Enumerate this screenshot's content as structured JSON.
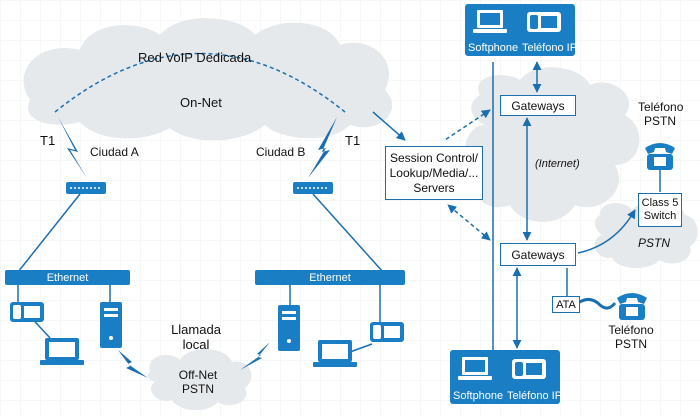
{
  "diagram": {
    "on_net_cloud": {
      "title": "Red VoIP Dedicada",
      "subtitle": "On-Net"
    },
    "sites": {
      "a": {
        "link_label": "T1",
        "city": "Ciudad A",
        "lan": "Ethernet"
      },
      "b": {
        "link_label": "T1",
        "city": "Ciudad B",
        "lan": "Ethernet"
      }
    },
    "local_call": {
      "line1": "Llamada",
      "line2": "local"
    },
    "off_net_cloud": {
      "line1": "Off-Net",
      "line2": "PSTN"
    },
    "servers": {
      "line1": "Session Control/",
      "line2": "Lookup/Media/...",
      "line3": "Servers"
    },
    "gateways_top": "Gateways",
    "gateways_bottom": "Gateways",
    "internet_cloud": "(Internet)",
    "top_endpoints": {
      "softphone": "Softphone",
      "ip_phone": "Teléfono IP"
    },
    "bottom_endpoints": {
      "softphone": "Softphone",
      "ip_phone": "Teléfono IP"
    },
    "class5": {
      "line1": "Class 5",
      "line2": "Switch"
    },
    "pstn_cloud": "PSTN",
    "pstn_phone_top": {
      "line1": "Teléfono",
      "line2": "PSTN"
    },
    "pstn_phone_bottom": {
      "line1": "Teléfono",
      "line2": "PSTN"
    },
    "ata": "ATA"
  },
  "colors": {
    "accent": "#1a7ec4",
    "line": "#1a6fae",
    "cloud": "#e6e9ec",
    "background": "#ffffff"
  },
  "icons": [
    "lightning-icon",
    "switch-icon",
    "ip-phone-icon",
    "laptop-icon",
    "server-tower-icon",
    "pstn-phone-icon"
  ]
}
